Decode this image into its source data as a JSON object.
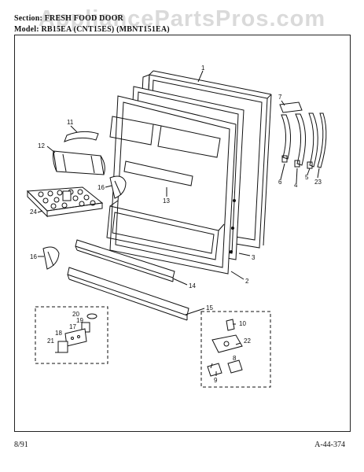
{
  "header": {
    "section_label": "Section:",
    "section_value": "FRESH FOOD DOOR",
    "model_label": "Model:",
    "model_value": "RB15EA (CNT15ES) (MBNT151EA)"
  },
  "watermark": "AppliancePartsPros.com",
  "footer": {
    "date": "8/91",
    "drawing_id": "A-44-374"
  },
  "callouts": [
    {
      "id": "c1",
      "text": "1"
    },
    {
      "id": "c2",
      "text": "2"
    },
    {
      "id": "c3",
      "text": "3"
    },
    {
      "id": "c4",
      "text": "4"
    },
    {
      "id": "c5",
      "text": "5"
    },
    {
      "id": "c6",
      "text": "6"
    },
    {
      "id": "c7",
      "text": "7"
    },
    {
      "id": "c8",
      "text": "8"
    },
    {
      "id": "c9",
      "text": "9"
    },
    {
      "id": "c10",
      "text": "10"
    },
    {
      "id": "c11",
      "text": "11"
    },
    {
      "id": "c12",
      "text": "12"
    },
    {
      "id": "c13",
      "text": "13"
    },
    {
      "id": "c14",
      "text": "14"
    },
    {
      "id": "c15",
      "text": "15"
    },
    {
      "id": "c16a",
      "text": "16"
    },
    {
      "id": "c16b",
      "text": "16"
    },
    {
      "id": "c17",
      "text": "17"
    },
    {
      "id": "c18",
      "text": "18"
    },
    {
      "id": "c19",
      "text": "19"
    },
    {
      "id": "c20",
      "text": "20"
    },
    {
      "id": "c21",
      "text": "21"
    },
    {
      "id": "c22",
      "text": "22"
    },
    {
      "id": "c23",
      "text": "23"
    },
    {
      "id": "c24",
      "text": "24"
    }
  ]
}
